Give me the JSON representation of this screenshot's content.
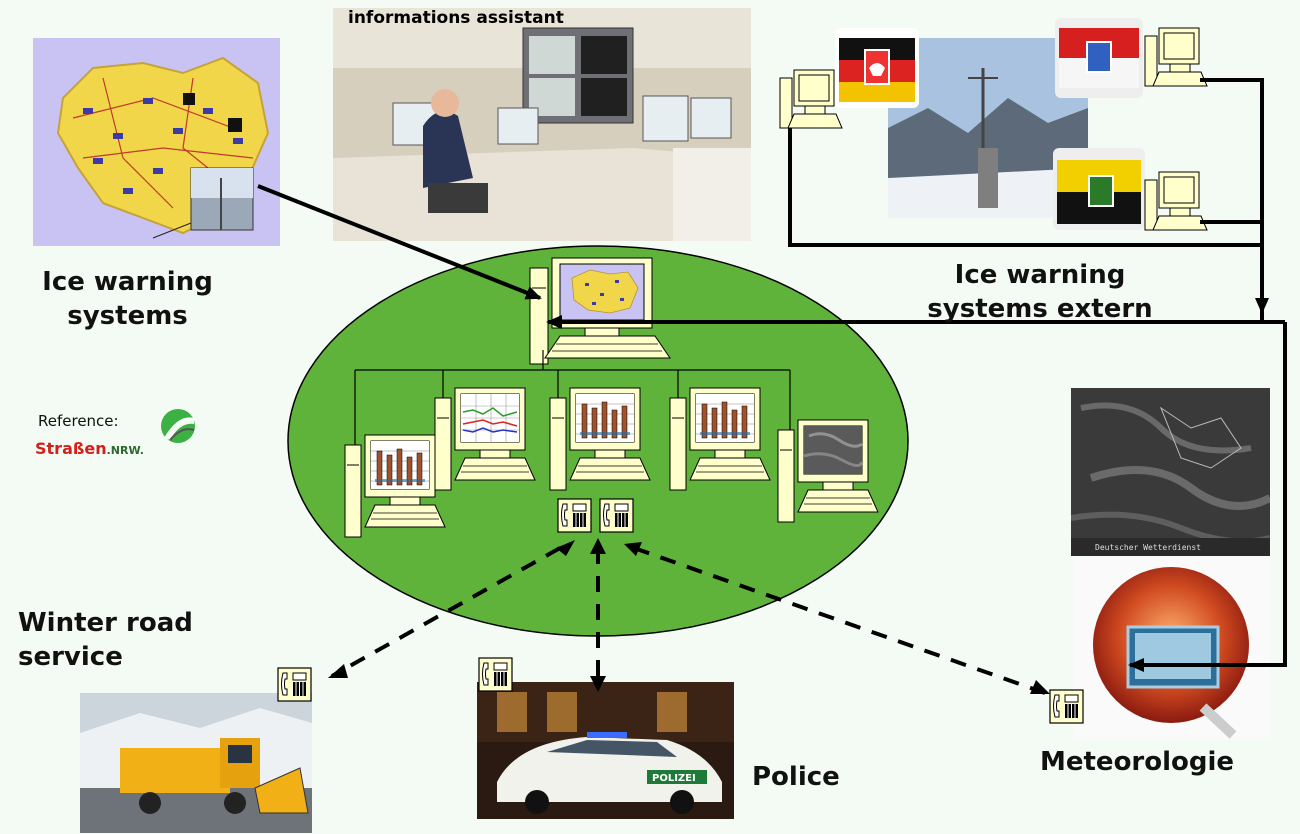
{
  "labels": {
    "informations_assistant": "informations assistant",
    "ice_warning_systems_1": "Ice warning",
    "ice_warning_systems_2": "systems",
    "ice_warning_extern_1": "Ice warning",
    "ice_warning_extern_2": "systems extern",
    "winter_road_1": "Winter road",
    "winter_road_2": "service",
    "police": "Police",
    "meteorologie": "Meteorologie",
    "reference": "Reference:",
    "logo_strassen": "Straßen",
    "logo_nrw": ".NRW.",
    "police_car_text": "POLIZEI",
    "dwd_caption": "Deutscher Wetterdienst"
  },
  "colors": {
    "network_green": "#5fb33a",
    "connector": "#000000",
    "computer_body": "#ffffcc"
  }
}
